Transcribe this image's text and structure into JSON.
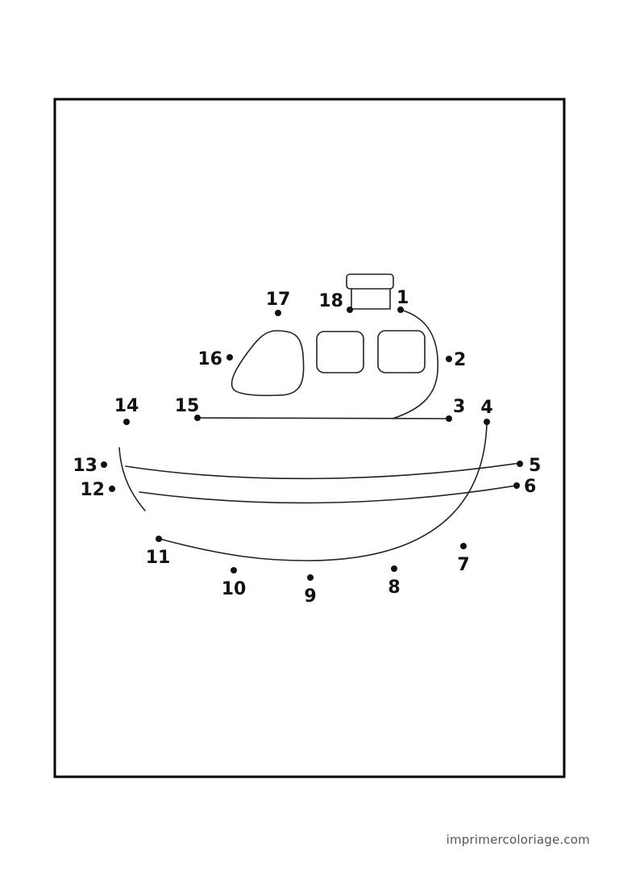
{
  "puzzle": {
    "colors": {
      "ink": "#111111",
      "frame": "#000000",
      "footer": "#555555"
    },
    "dots": [
      {
        "n": "1"
      },
      {
        "n": "2"
      },
      {
        "n": "3"
      },
      {
        "n": "4"
      },
      {
        "n": "5"
      },
      {
        "n": "6"
      },
      {
        "n": "7"
      },
      {
        "n": "8"
      },
      {
        "n": "9"
      },
      {
        "n": "10"
      },
      {
        "n": "11"
      },
      {
        "n": "12"
      },
      {
        "n": "13"
      },
      {
        "n": "14"
      },
      {
        "n": "15"
      },
      {
        "n": "16"
      },
      {
        "n": "17"
      },
      {
        "n": "18"
      }
    ]
  },
  "footer": {
    "site": "imprimercoloriage.com"
  }
}
